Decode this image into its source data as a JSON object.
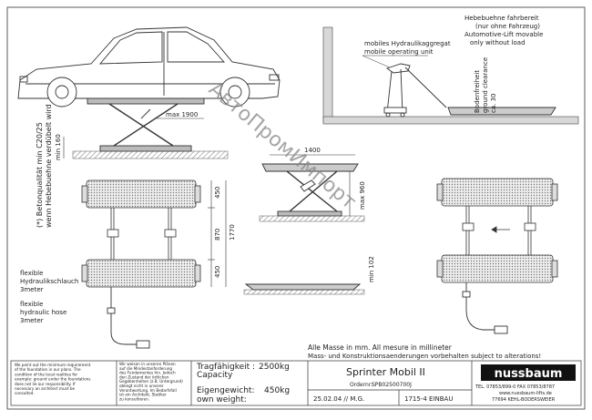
{
  "top_right": {
    "de_line1": "Hebebuehne fahrbereit",
    "de_line2": "(nur ohne Fahrzeug)",
    "en_line1": "Automotive-Lift movable",
    "en_line2": "only without load"
  },
  "mobile_unit": {
    "de": "mobiles Hydraulikaggregat",
    "en": "mobile operating unit"
  },
  "ground_clearance": {
    "de": "Bodenfreiheit",
    "en": "ground clearance",
    "value": "ca. 30"
  },
  "dims": {
    "max_1900": "max 1900",
    "d1400": "1400",
    "max_960": "max 960",
    "min_160": "min 160",
    "d450a": "450",
    "d870": "870",
    "d1770": "1770",
    "d450b": "450",
    "min_102": "min 102"
  },
  "concrete_note": {
    "line1": "(*) Betonqualität min C20/25",
    "line2": "wenn Hebebuehne verdübelt wird"
  },
  "hose_note": {
    "line1": "flexible",
    "line2": "Hydraulikschlauch",
    "line3": "3meter",
    "line4": "flexible",
    "line5": "hydraulic hose",
    "line6": "3meter"
  },
  "measure_note": {
    "line1": "Alle Masse in mm. All mesure in millineter",
    "line2": "Mass- und Konstruktionsaenderungen vorbehalten subject to alterations!"
  },
  "title_block": {
    "capacity_de": "Tragfähigkeit :",
    "capacity_value": "2500kg",
    "capacity_en": "Capacity",
    "weight_de": "Eigengewicht:",
    "weight_value": "450kg",
    "weight_en": "own weight:",
    "product": "Sprinter Mobil II",
    "order_label": "Ordernr:",
    "order_value": "SPB02500700J",
    "date": "25.02.04 // M.G.",
    "sheet_code": "1715-4 EINBAU",
    "brand": "nussbaum",
    "addr1": "TEL. 07853/899-0    FAX 07853/8787",
    "addr2": "www.nussbaum-lifts.de",
    "addr3": "77694 KEHL-BODERSWEIER"
  },
  "fine_print_left": [
    "We point out the minimum requirement",
    "of the foundation in our plans. The",
    "condition of the local realities for",
    "example: ground under the foundations",
    "does not lie our responsibility. If",
    "necessary an architect must be",
    "consulted."
  ],
  "fine_print_right": [
    "Wir weisen in unseren Plänen",
    "auf die Mindestanforderung",
    "des Fundamentes hin. Jedoch",
    "den Zustand der örtlichen",
    "Gegebenheiten (z.B. Untergrund)",
    "obliegt nicht in unserer",
    "Verantwortung. Im Bedarfsfall",
    "ist ein Architekt, Statiker",
    "zu konsultieren."
  ],
  "watermark": "АвтоПромИмпорт"
}
